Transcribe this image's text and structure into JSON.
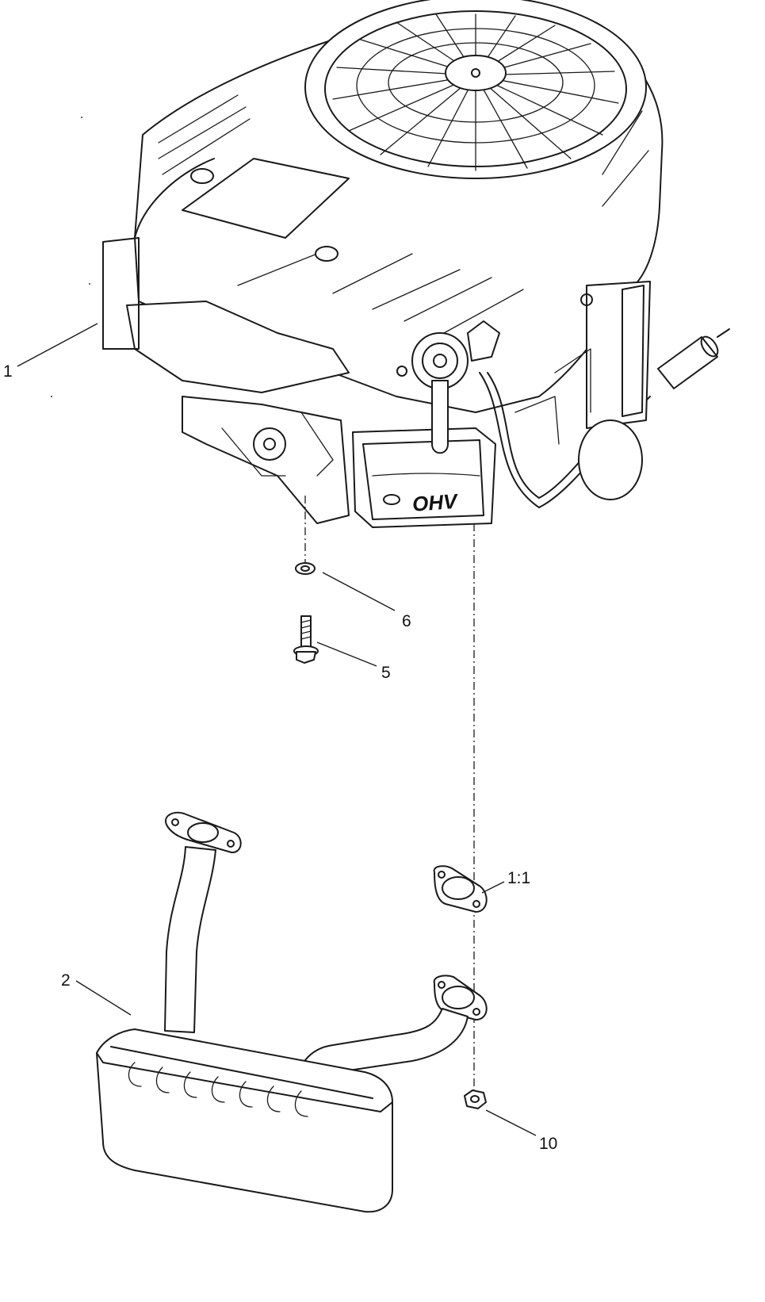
{
  "callouts": [
    {
      "id": "engine",
      "label": "1"
    },
    {
      "id": "washer",
      "label": "6"
    },
    {
      "id": "bolt",
      "label": "5"
    },
    {
      "id": "gasket",
      "label": "1:1"
    },
    {
      "id": "muffler",
      "label": "2"
    },
    {
      "id": "nut",
      "label": "10"
    }
  ],
  "engine_logo": "OHV"
}
